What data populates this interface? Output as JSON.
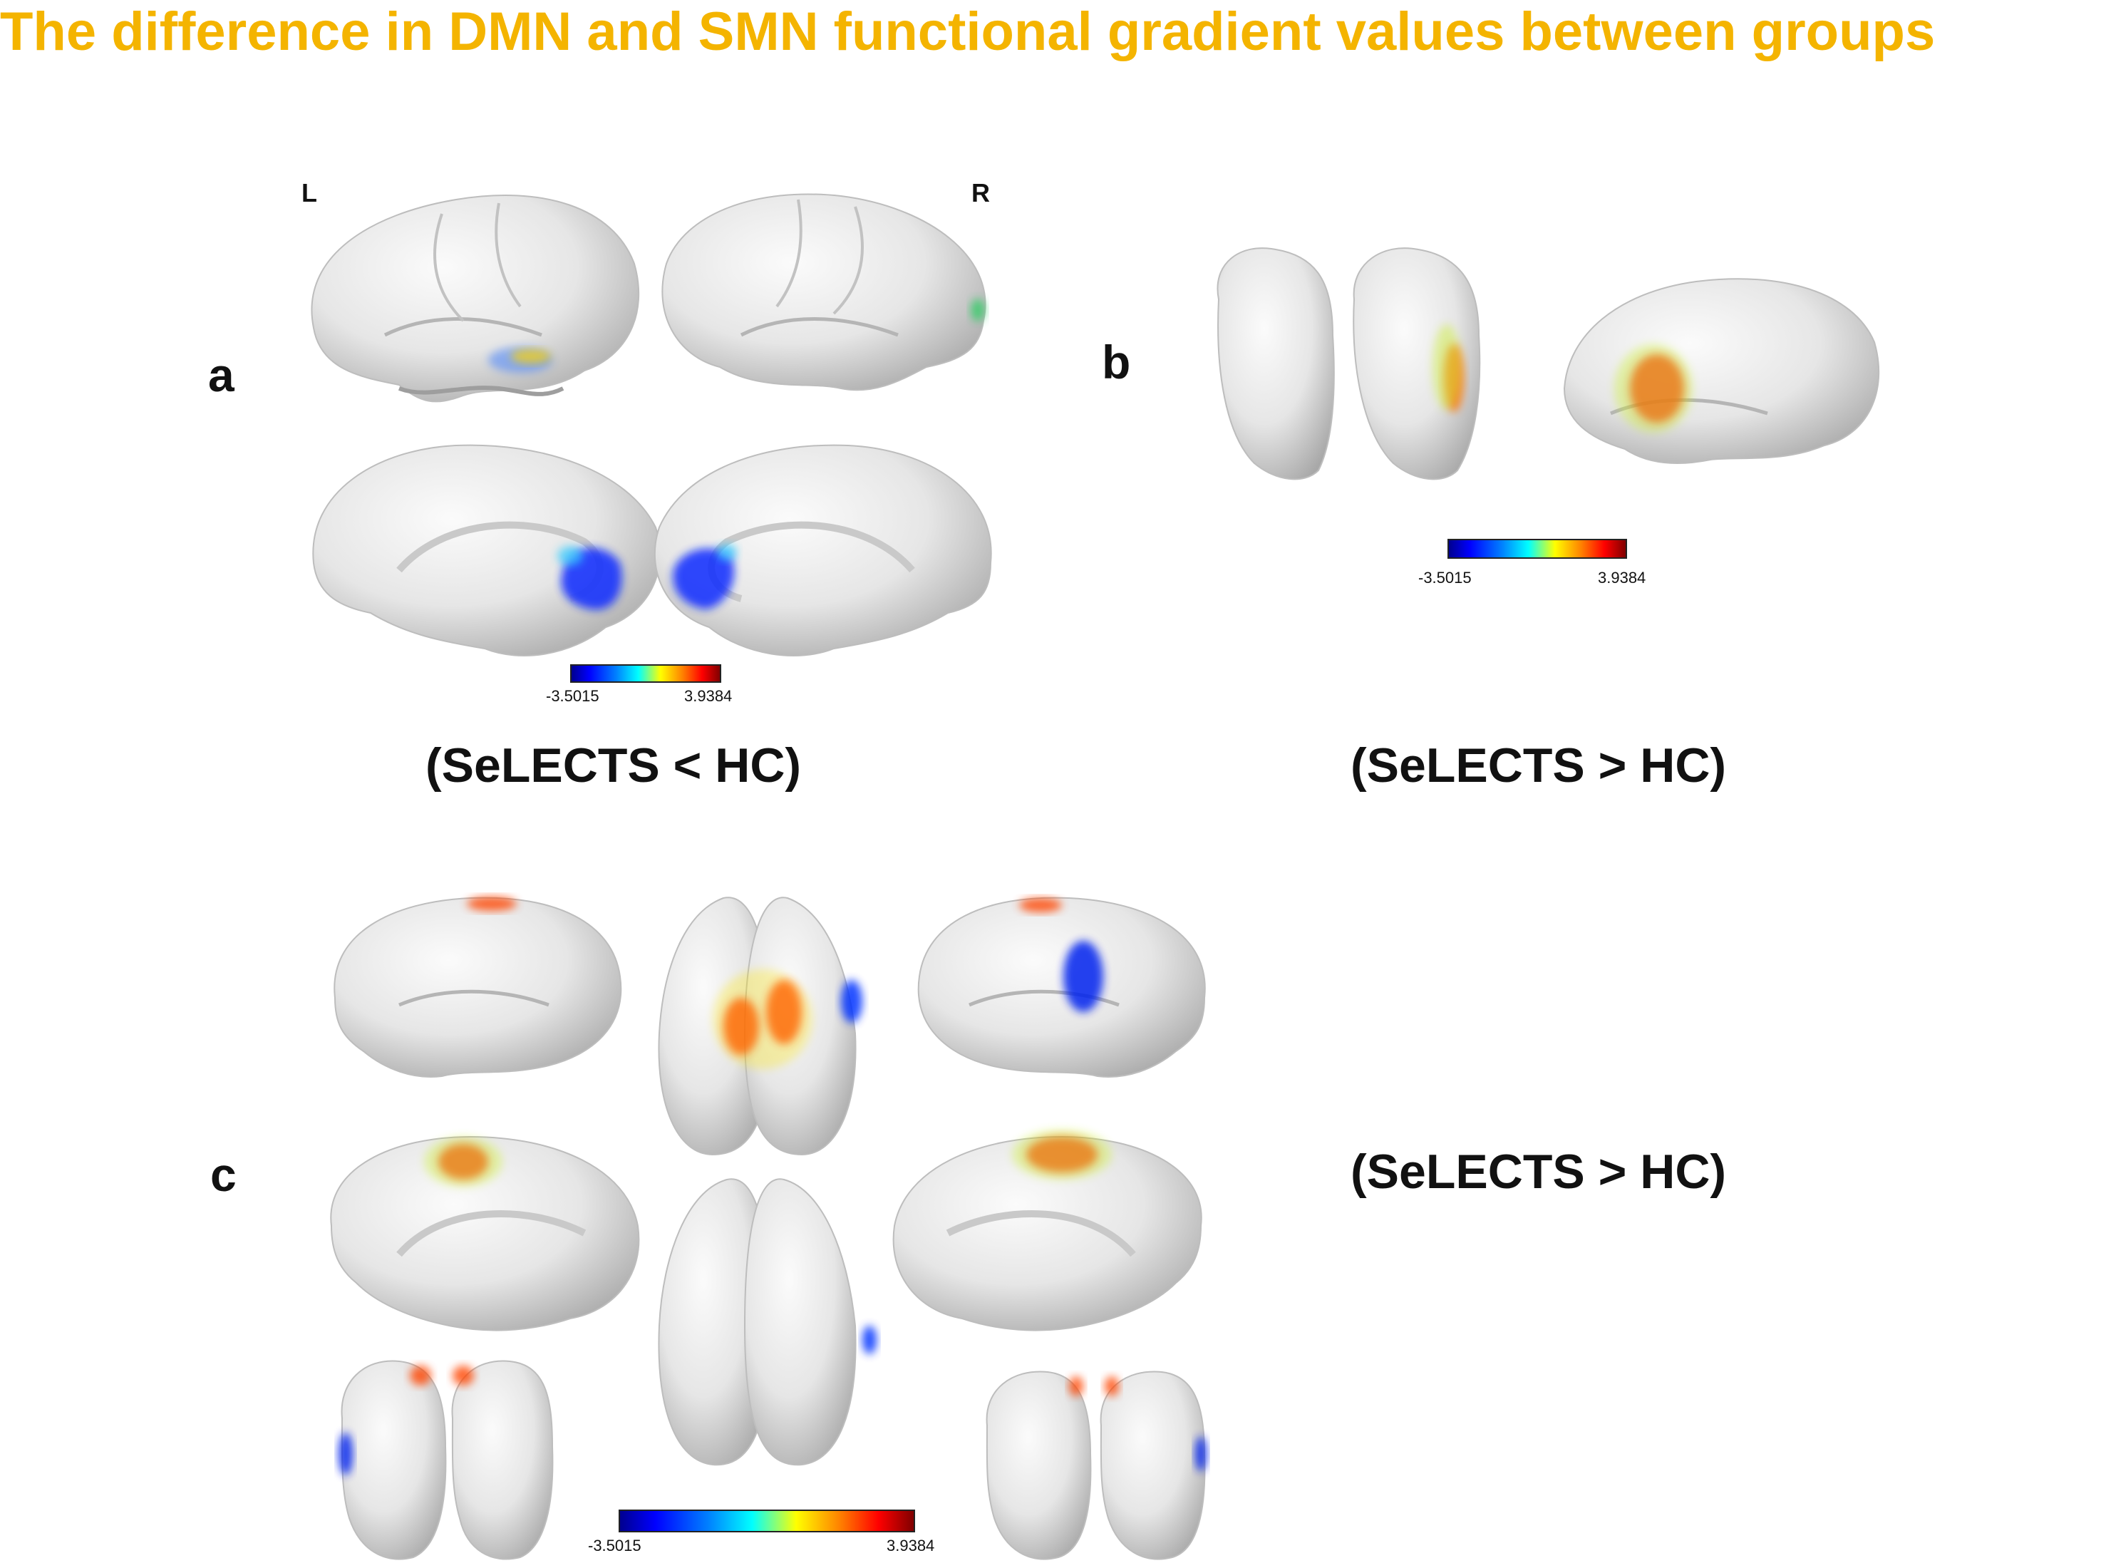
{
  "title": "The difference in DMN and SMN functional gradient values between groups",
  "panels": {
    "a": {
      "letter": "a",
      "hemi_left": "L",
      "hemi_right": "R",
      "group": "(SeLECTS < HC)"
    },
    "b": {
      "letter": "b",
      "group": "(SeLECTS > HC)"
    },
    "c": {
      "letter": "c",
      "group": "(SeLECTS > HC)"
    }
  },
  "colorbar": {
    "min": "-3.5015",
    "max": "3.9384",
    "colormap": "jet"
  },
  "colors": {
    "title": "#F4B400",
    "brain": "#e9e9e9",
    "brain_shadow": "#9a9a9a"
  }
}
